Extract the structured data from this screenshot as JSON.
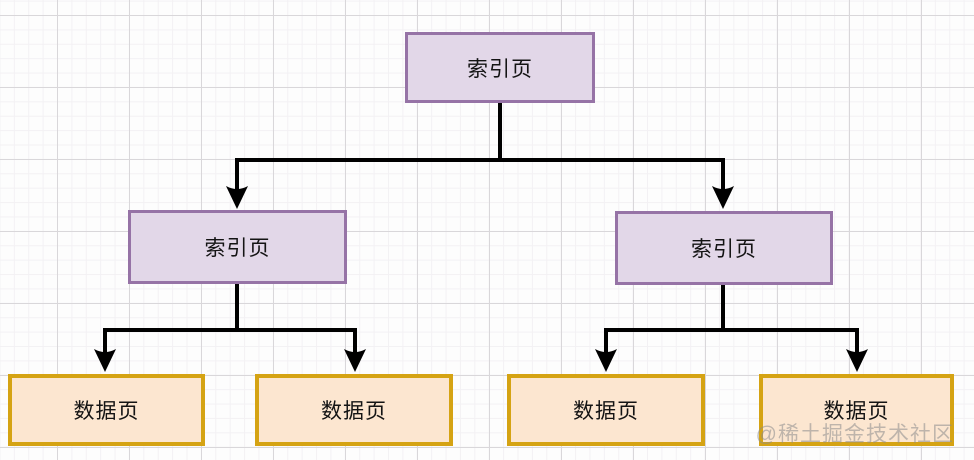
{
  "diagram": {
    "description": "Two-level index/data page tree (B+ tree style)",
    "nodes": {
      "root": {
        "label": "索引页",
        "type": "index"
      },
      "index_left": {
        "label": "索引页",
        "type": "index"
      },
      "index_right": {
        "label": "索引页",
        "type": "index"
      },
      "data_1": {
        "label": "数据页",
        "type": "data"
      },
      "data_2": {
        "label": "数据页",
        "type": "data"
      },
      "data_3": {
        "label": "数据页",
        "type": "data"
      },
      "data_4": {
        "label": "数据页",
        "type": "data"
      }
    },
    "edges": [
      {
        "from": "root",
        "to": "index_left"
      },
      {
        "from": "root",
        "to": "index_right"
      },
      {
        "from": "index_left",
        "to": "data_1"
      },
      {
        "from": "index_left",
        "to": "data_2"
      },
      {
        "from": "index_right",
        "to": "data_3"
      },
      {
        "from": "index_right",
        "to": "data_4"
      }
    ],
    "watermark": {
      "text": "@稀土掘金技术社区"
    }
  },
  "colors": {
    "index_fill": "#e2d7e8",
    "index_border": "#9673a6",
    "data_fill": "#fce6d0",
    "data_border": "#d5a313",
    "connector": "#000000",
    "grid_minor": "#f3f1f4",
    "grid_major": "#d9d7da"
  }
}
